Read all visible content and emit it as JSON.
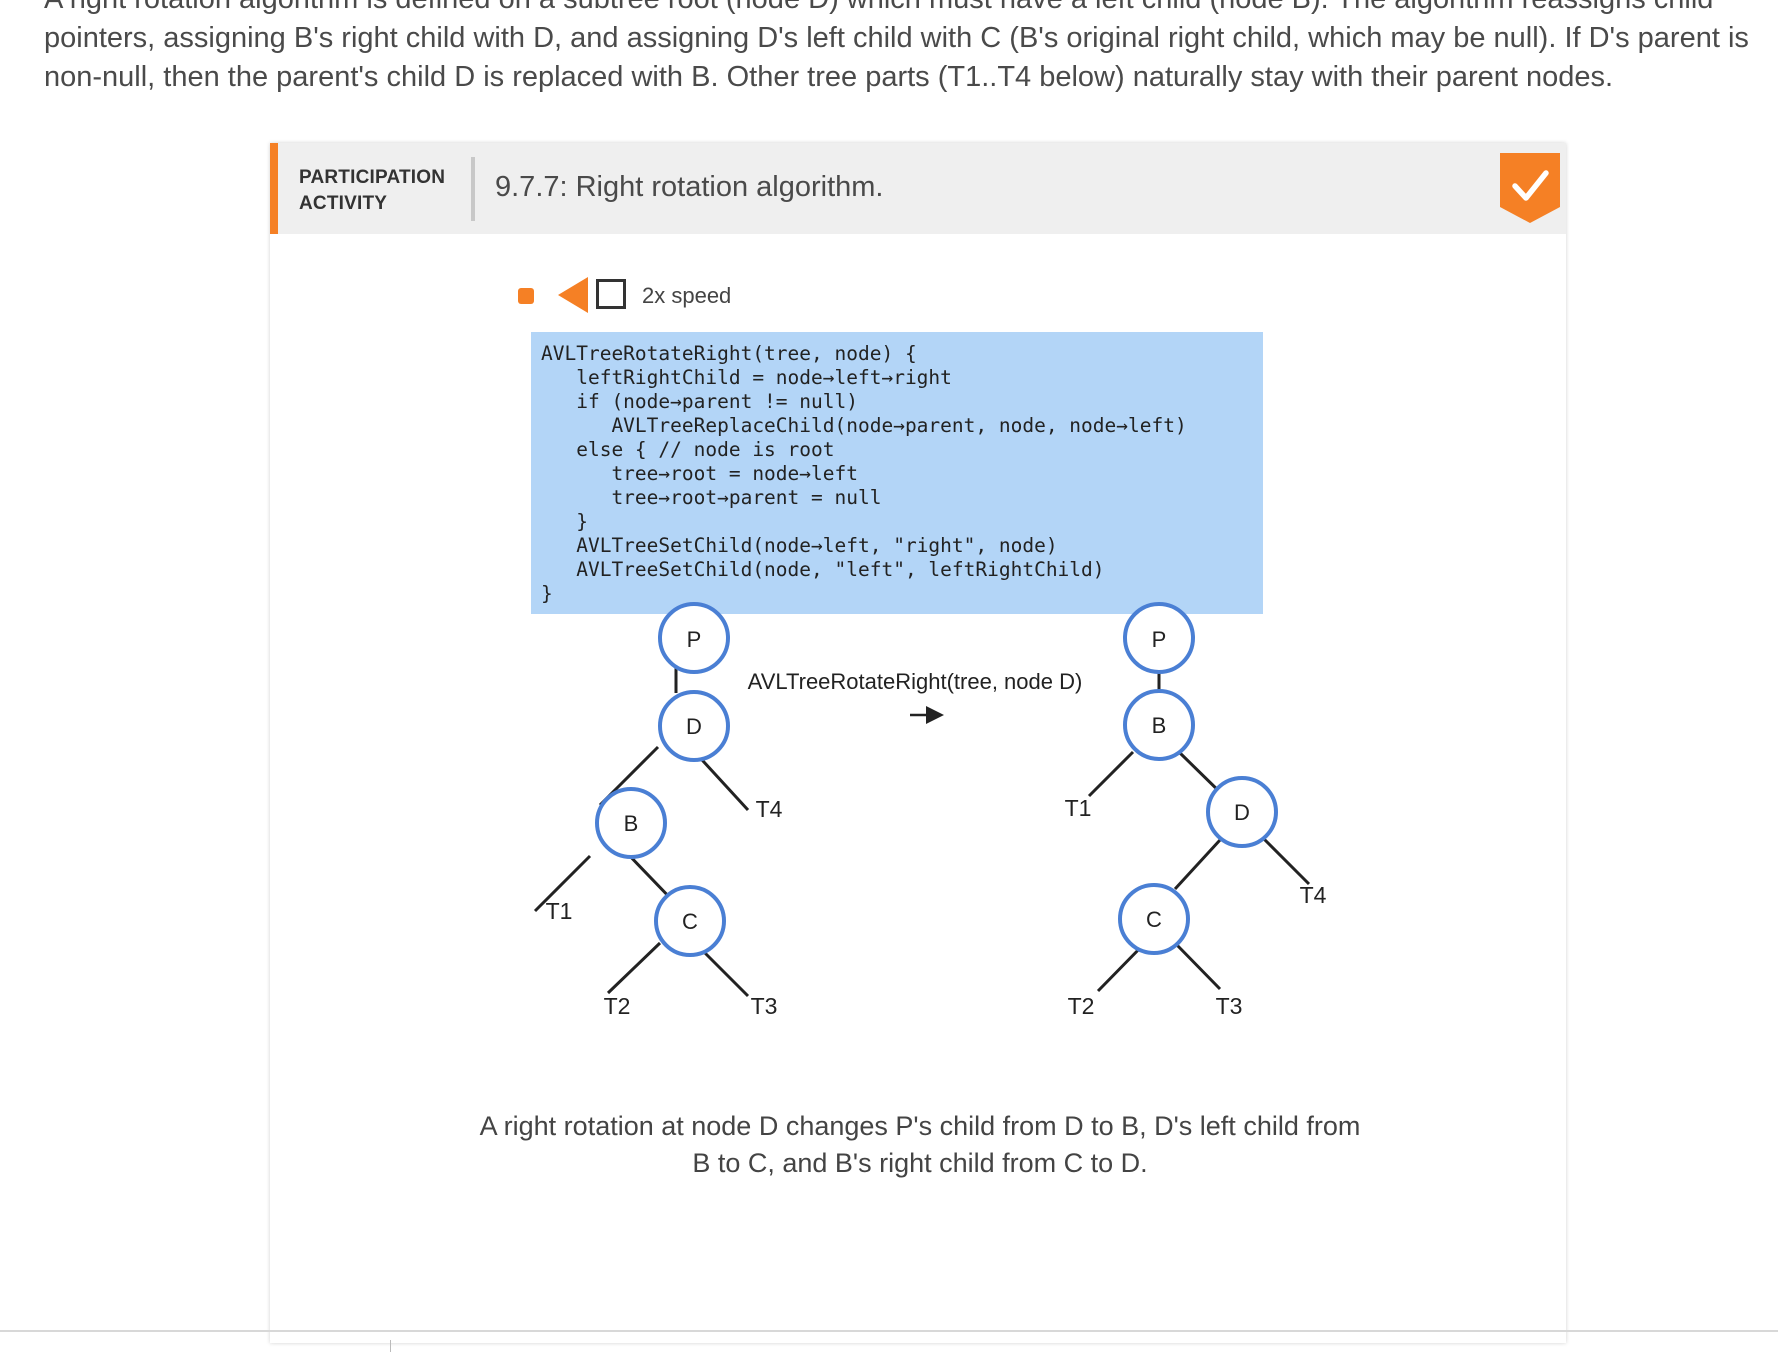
{
  "intro_text": "A right rotation algorithm is defined on a subtree root (node D) which must have a left child (node B). The algorithm reassigns child pointers, assigning B's right child with D, and assigning D's left child with C (B's original right child, which may be null). If D's parent is non-null, then the parent's child D is replaced with B. Other tree parts (T1..T4 below) naturally stay with their parent nodes.",
  "activity": {
    "label_line1": "PARTICIPATION",
    "label_line2": "ACTIVITY",
    "title": "9.7.7: Right rotation algorithm.",
    "speed_label": "2x speed",
    "accent_color": "#f58025",
    "code_bg": "#b3d5f7",
    "node_stroke": "#4a7fd4"
  },
  "code_lines": [
    "AVLTreeRotateRight(tree, node) {",
    "   leftRightChild = node→left→right",
    "   if (node→parent != null)",
    "      AVLTreeReplaceChild(node→parent, node, node→left)",
    "   else { // node is root",
    "      tree→root = node→left",
    "      tree→root→parent = null",
    "   }",
    "   AVLTreeSetChild(node→left, \"right\", node)",
    "   AVLTreeSetChild(node, \"left\", leftRightChild)",
    "}"
  ],
  "diagram": {
    "operation_label": "AVLTreeRotateRight(tree, node D)",
    "before_nodes": {
      "p": "P",
      "d": "D",
      "b": "B",
      "c": "C"
    },
    "before_subtrees": {
      "t1": "T1",
      "t2": "T2",
      "t3": "T3",
      "t4": "T4"
    },
    "after_nodes": {
      "p": "P",
      "b": "B",
      "d": "D",
      "c": "C"
    },
    "after_subtrees": {
      "t1": "T1",
      "t2": "T2",
      "t3": "T3",
      "t4": "T4"
    }
  },
  "caption": "A right rotation at node D changes P's child from D to B, D's left child from B to C, and B's right child from C to D."
}
